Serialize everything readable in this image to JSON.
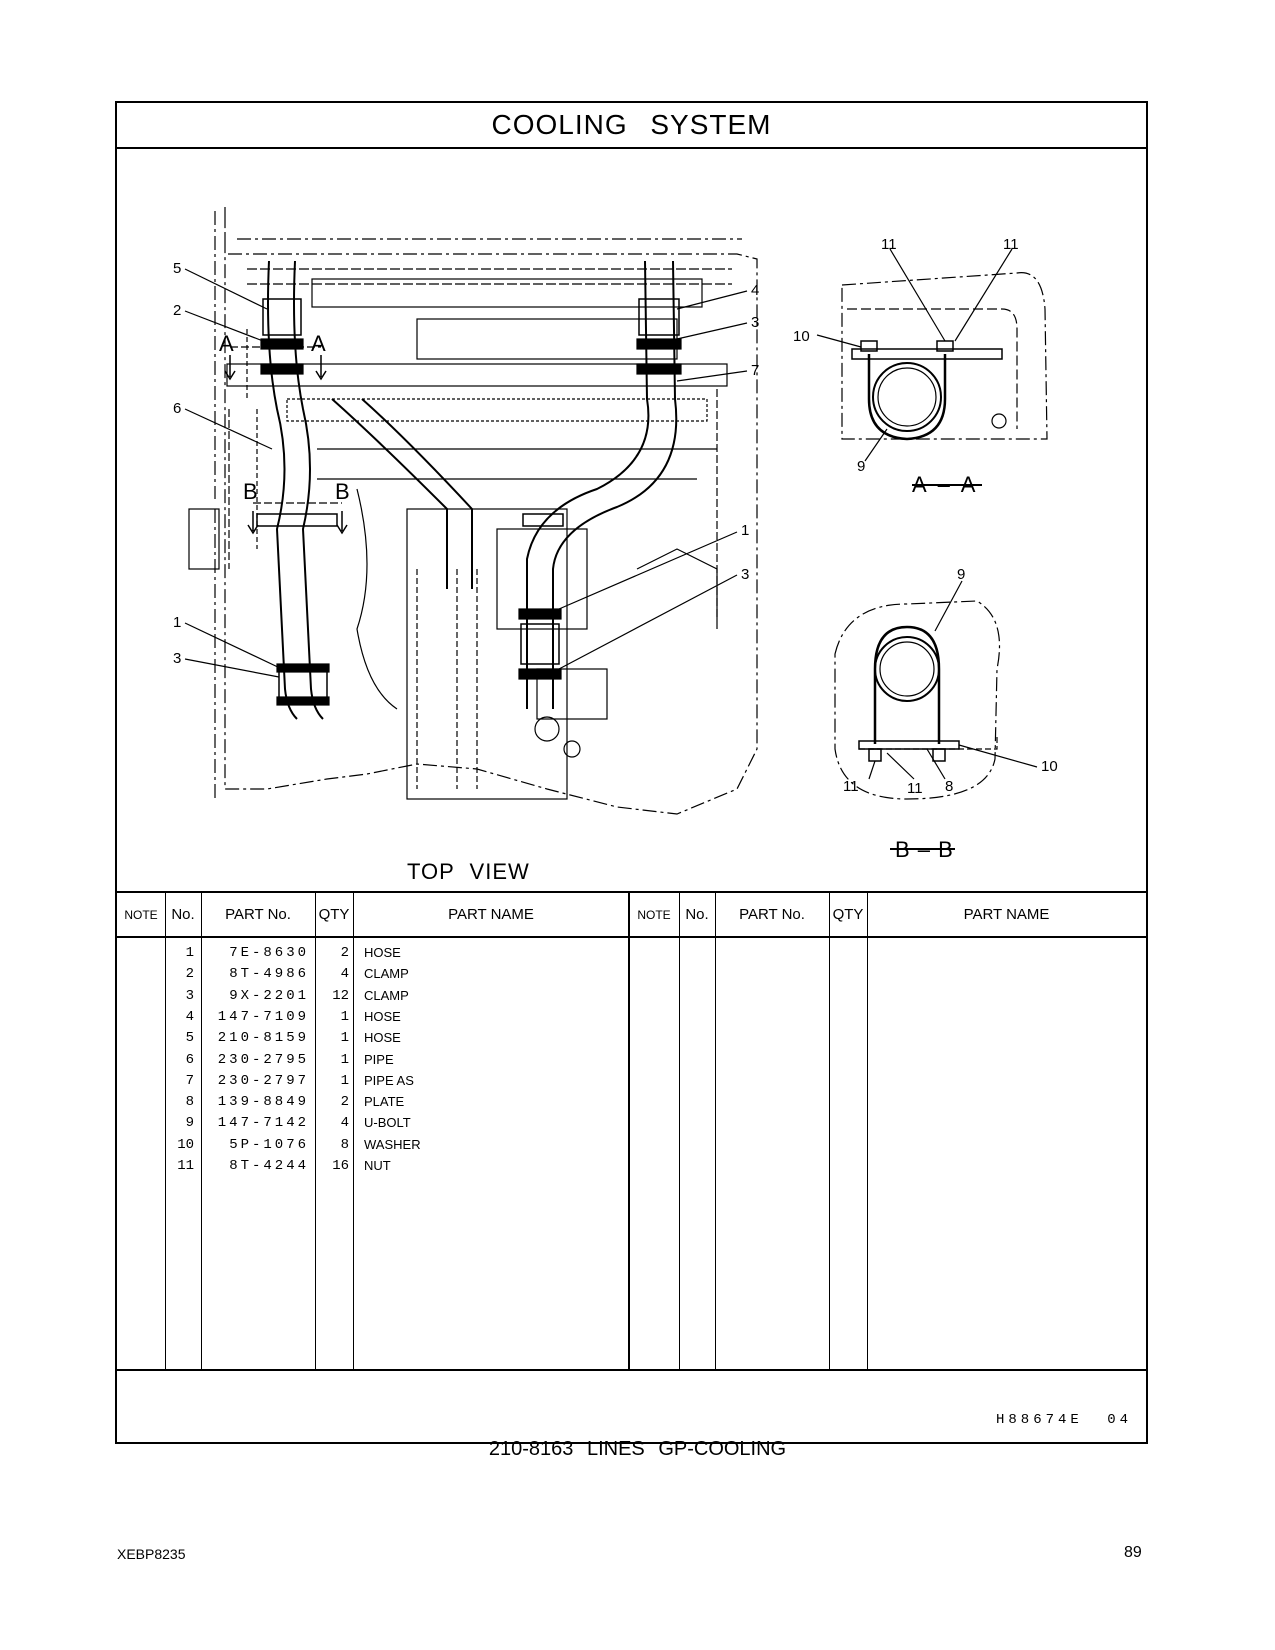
{
  "title": "COOLING  SYSTEM",
  "diagram": {
    "main_view_label": "TOP  VIEW",
    "section_aa_label": "A – A",
    "section_bb_label": "B – B",
    "section_marks": {
      "a": "A",
      "b": "B"
    },
    "callouts": {
      "c5": "5",
      "c2": "2",
      "c6": "6",
      "c1a": "1",
      "c3a": "3",
      "c4": "4",
      "c3b": "3",
      "c7": "7",
      "c1b": "1",
      "c3c": "3",
      "aa_11a": "11",
      "aa_11b": "11",
      "aa_10": "10",
      "aa_9": "9",
      "bb_9": "9",
      "bb_10": "10",
      "bb_11a": "11",
      "bb_11b": "11",
      "bb_8": "8"
    }
  },
  "table": {
    "headers": {
      "note": "NOTE",
      "no": "No.",
      "part_no": "PART No.",
      "qty": "QTY",
      "part_name": "PART NAME"
    },
    "rows": [
      {
        "no": "1",
        "part_no": "7E-8630",
        "qty": "2",
        "name": "HOSE"
      },
      {
        "no": "2",
        "part_no": "8T-4986",
        "qty": "4",
        "name": "CLAMP"
      },
      {
        "no": "3",
        "part_no": "9X-2201",
        "qty": "12",
        "name": "CLAMP"
      },
      {
        "no": "4",
        "part_no": "147-7109",
        "qty": "1",
        "name": "HOSE"
      },
      {
        "no": "5",
        "part_no": "210-8159",
        "qty": "1",
        "name": "HOSE"
      },
      {
        "no": "6",
        "part_no": "230-2795",
        "qty": "1",
        "name": "PIPE"
      },
      {
        "no": "7",
        "part_no": "230-2797",
        "qty": "1",
        "name": "PIPE  AS"
      },
      {
        "no": "8",
        "part_no": "139-8849",
        "qty": "2",
        "name": "PLATE"
      },
      {
        "no": "9",
        "part_no": "147-7142",
        "qty": "4",
        "name": "U-BOLT"
      },
      {
        "no": "10",
        "part_no": "5P-1076",
        "qty": "8",
        "name": "WASHER"
      },
      {
        "no": "11",
        "part_no": "8T-4244",
        "qty": "16",
        "name": "NUT"
      }
    ]
  },
  "reference_code": "H88674E  04",
  "group_title": "210-8163  LINES GP-COOLING",
  "doc_id": "XEBP8235",
  "page_number": "89"
}
